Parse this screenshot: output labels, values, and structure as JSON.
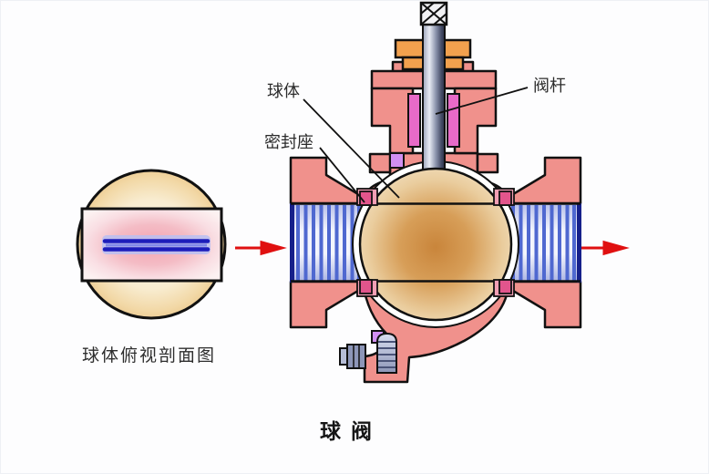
{
  "diagram": {
    "title": "球阀",
    "side_view_caption": "球体俯视剖面图",
    "labels": {
      "ball": "球体",
      "seal_seat": "密封座",
      "stem": "阀杆"
    },
    "colors": {
      "body_pink": "#f0918c",
      "gland_orange": "#f2a14e",
      "packing_magenta": "#e86ac8",
      "lavender": "#d18ff2",
      "seat_dark": "#e2558c",
      "seat_light": "#f29fb5",
      "stripe_blue": "#4f68d0",
      "stripe_navy": "#16208a",
      "ball_center": "#c9853b",
      "ball_edge": "#f4e4c8",
      "stem_gray": "#8b93ac",
      "arrow_red": "#e01010",
      "outline": "#111111"
    }
  }
}
